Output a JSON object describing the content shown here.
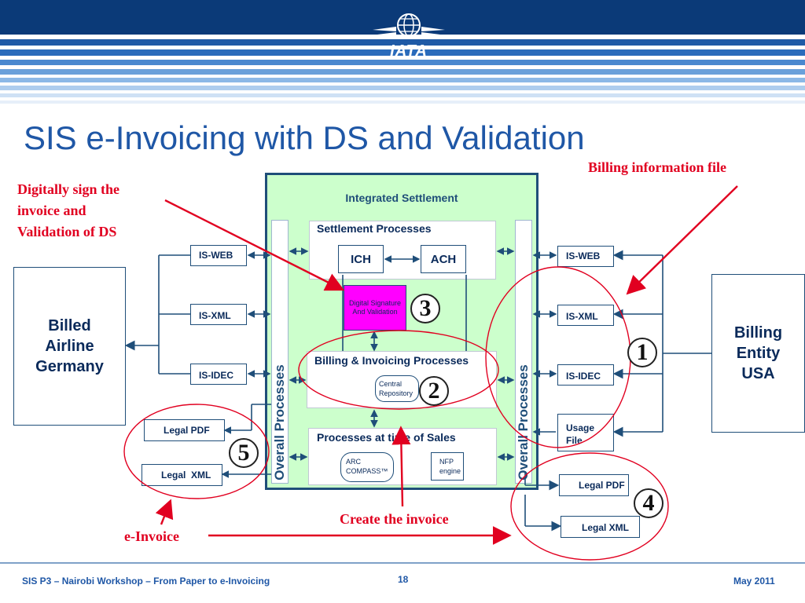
{
  "header": {
    "logo_text": "IATA"
  },
  "title": "SIS e-Invoicing with DS and Validation",
  "annotations": {
    "billing_info_file": "Billing information file",
    "digitally_sign": [
      "Digitally sign the",
      "invoice and",
      "Validation of DS"
    ],
    "create_invoice": "Create the invoice",
    "e_invoice": "e-Invoice"
  },
  "left_entity": [
    "Billed",
    "Airline",
    "Germany"
  ],
  "right_entity": [
    "Billing",
    "Entity",
    "USA"
  ],
  "left_channels": [
    "IS-WEB",
    "IS-XML",
    "IS-IDEC"
  ],
  "right_channels": [
    "IS-WEB",
    "IS-XML",
    "IS-IDEC"
  ],
  "usage_file": [
    "Usage",
    "File"
  ],
  "left_legal": [
    "Legal PDF",
    "Legal  XML"
  ],
  "right_legal": [
    "Legal PDF",
    "Legal XML"
  ],
  "center": {
    "integrated_settlement": "Integrated Settlement",
    "settlement_processes": "Settlement Processes",
    "ich": "ICH",
    "ach": "ACH",
    "digital_signature": [
      "Digital Signature",
      "And Validation"
    ],
    "billing_invoicing": "Billing & Invoicing Processes",
    "central_repository": [
      "Central",
      "Repository"
    ],
    "processes_time_of_sales": "Processes at time of Sales",
    "arc_compass": [
      "ARC",
      "COMPASS™"
    ],
    "nfp_engine": [
      "NFP",
      "engine"
    ],
    "overall_processes": "Overall Processes"
  },
  "numbers": [
    "1",
    "2",
    "3",
    "4",
    "5"
  ],
  "footer": {
    "left": "SIS P3 – Nairobi Workshop – From Paper to e-Invoicing",
    "page": "18",
    "right": "May 2011"
  },
  "colors": {
    "title_blue": "#1f57a6",
    "red": "#e10020",
    "green": "#ccffcc",
    "magenta": "#ff00ff",
    "navy": "#1f4e79"
  }
}
